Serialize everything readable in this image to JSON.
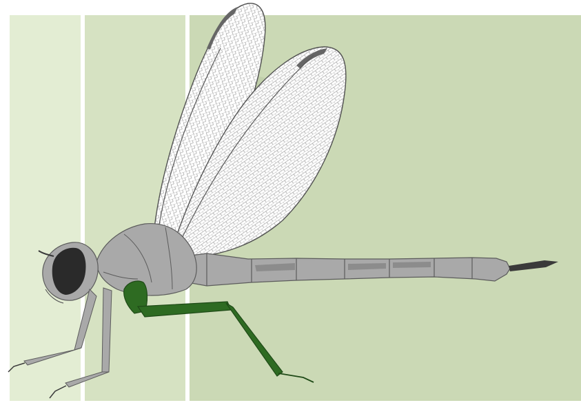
{
  "diagram": {
    "subject": "dragonfly-lateral-view",
    "colors": {
      "background": "#ffffff",
      "panel_1": "#e3edd3",
      "panel_2": "#d6e2c2",
      "panel_3": "#cbd9b5",
      "body_fill": "#a9a9a9",
      "body_shade": "#8c8c8c",
      "body_stroke": "#5b5b5b",
      "eye": "#2a2a2a",
      "highlighted_leg": "#2e6b22",
      "highlighted_leg_stroke": "#1f4a17",
      "wing_fill": "#ffffff",
      "wing_vein": "#777777",
      "wing_edge": "#4d4d4d"
    },
    "panels": [
      "panel-1",
      "panel-2",
      "panel-3"
    ],
    "highlighted_part": "hind-leg"
  }
}
